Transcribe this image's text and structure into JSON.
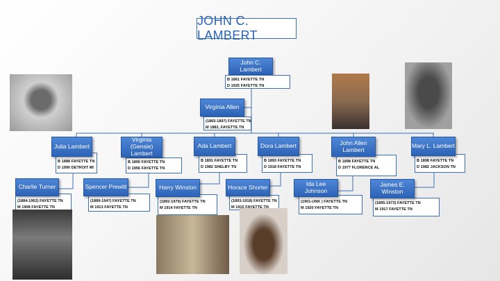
{
  "title": "JOHN C. LAMBERT",
  "root": {
    "name": "John C. Lambert",
    "line1": "B 1861 FAYETTE TN",
    "line2": "D 1925 FAYETTE TN"
  },
  "spouse": {
    "name": "Virginia Allen",
    "line1": "(1865-1897) FAYETTE TN",
    "line2": "M 1882, FAYETTE TN"
  },
  "children": [
    {
      "name": "Julia Lambert",
      "line1": "B 1888 FAYETTE TN",
      "line2": "D 1990 DETROIT MI"
    },
    {
      "name": "Virginia (Gensie) Lambert",
      "line1": "B 1890 FAYETTE TN",
      "line2": "D 1956 FAYETTE TN"
    },
    {
      "name": "Ada Lambert",
      "line1": "B 1891 FAYETTE TN",
      "line2": "D 1982 SHELBY TN"
    },
    {
      "name": "Dora Lambert",
      "line1": "B 1893 FAYETTE TN",
      "line2": "D 1918 FAYETTE TN"
    },
    {
      "name": "John Allen Lambert",
      "line1": "B 1898 FAYETTE TN",
      "line2": "D 1977 FLORENCE AL"
    },
    {
      "name": "Mary L. Lambert",
      "line1": "B 1898 FAYETTE TN",
      "line2": "D 1982 JACKSON TN"
    }
  ],
  "spouses": [
    {
      "name": "Charlie Turner",
      "line1": "(1884-1962) FAYETTE TN",
      "line2": "M 1908 FAYETTE TN"
    },
    {
      "name": "Spencer Prewitt",
      "line1": "(1889-1947) FAYETTE TN",
      "line2": "M 1913 FAYETTE TN"
    },
    {
      "name": "Harry Winston",
      "line1": "(1892-1979) FAYETTE TN",
      "line2": "M 1914 FAYETTE TN"
    },
    {
      "name": "Horace Shorter",
      "line1": "(1893-1918) FAYETTE TN",
      "line2": "M 1915 FAYETTE TN"
    },
    {
      "name": "Ida Lee Johnson",
      "line1": "(1901-UNK ) FAYETTE TN",
      "line2": "M 1920  FAYETTE TN"
    },
    {
      "name": "James E. Winston",
      "line1": "(1895-1973) FAYETTE TN",
      "line2": "M 1917 FAYETTE TN"
    }
  ],
  "colors": {
    "box": "#3a6fb5",
    "title": "#2a63b8"
  }
}
